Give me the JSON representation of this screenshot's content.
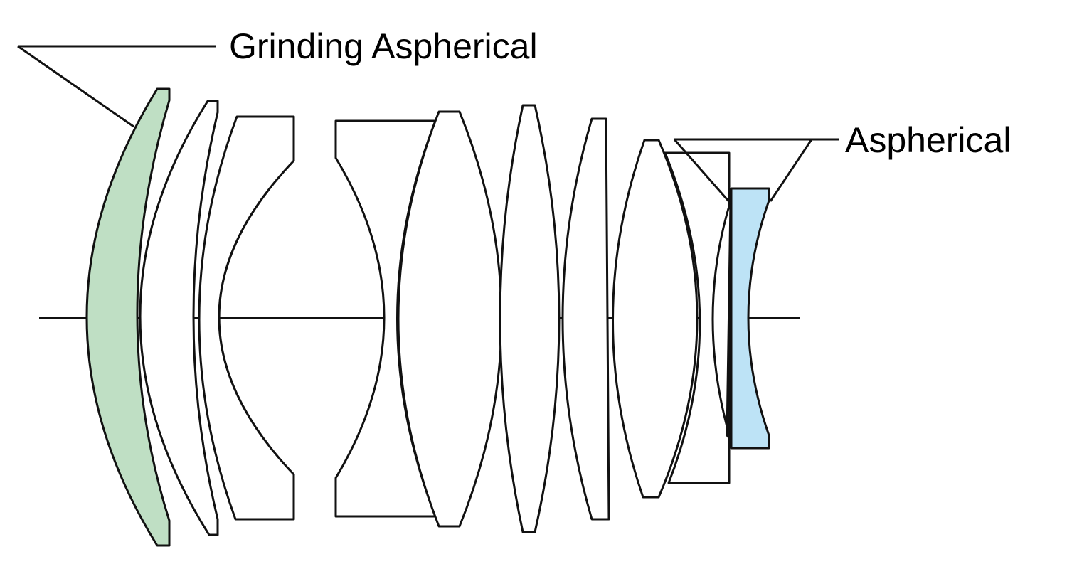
{
  "labels": {
    "grinding_aspherical": "Grinding Aspherical",
    "aspherical": "Aspherical"
  },
  "colors": {
    "grinding_aspherical_fill": "#bfdfc4",
    "aspherical_fill": "#bde3f6",
    "outline": "#111111"
  },
  "lens_count": 11
}
